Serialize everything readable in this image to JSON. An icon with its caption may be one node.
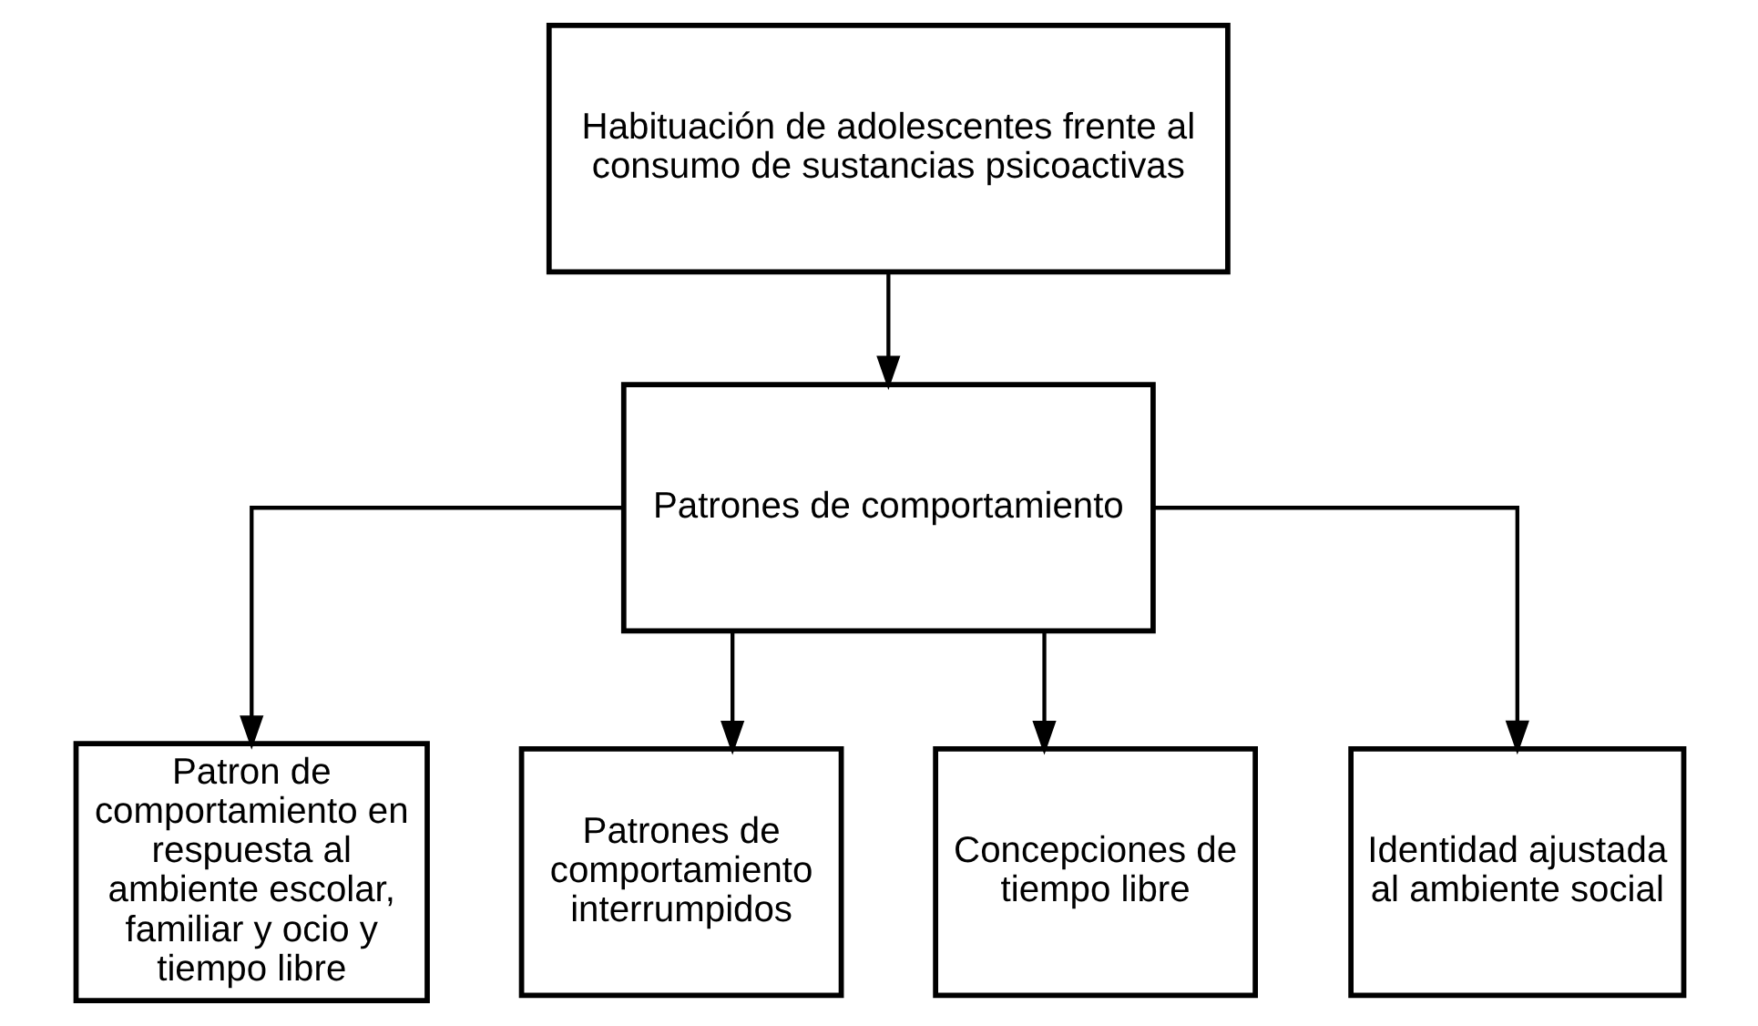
{
  "diagram": {
    "nodes": [
      {
        "text": [
          "Habituación de adolescentes frente al consumo de sustancias psicoactivas"
        ]
      },
      {
        "text": [
          "Patrones de comportamiento"
        ]
      },
      {
        "text": [
          "Patron de comportamiento en respuesta al ambiente escolar, familiar y ocio y tiempo libre"
        ]
      },
      {
        "text": [
          "Patrones de comportamiento interrumpidos"
        ]
      },
      {
        "text": [
          "Concepciones de tiempo libre"
        ]
      },
      {
        "text": [
          "Identidad ajustada al ambiente social"
        ]
      }
    ],
    "edges": [
      {
        "from": 0,
        "to": 1,
        "arrow": "to"
      },
      {
        "from": 1,
        "to": 2,
        "arrow": "to"
      },
      {
        "from": 1,
        "to": 3,
        "arrow": "to"
      },
      {
        "from": 1,
        "to": 4,
        "arrow": "to"
      },
      {
        "from": 1,
        "to": 5,
        "arrow": "to"
      }
    ]
  }
}
